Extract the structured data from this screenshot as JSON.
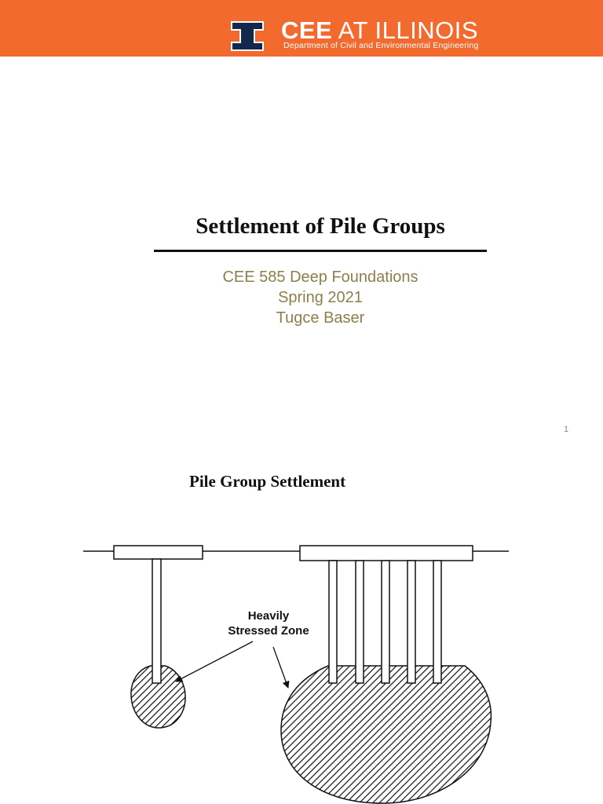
{
  "header": {
    "brand_bold": "CEE",
    "brand_light": "AT ILLINOIS",
    "department": "Department of Civil and Environmental Engineering",
    "color": "#f26a2e",
    "logo_icon": "block-i-logo"
  },
  "slide1": {
    "title": "Settlement of Pile Groups",
    "course": "CEE 585 Deep Foundations",
    "term": "Spring 2021",
    "author": "Tugce Baser",
    "page_number": "1",
    "subtitle_color": "#8c7f4a"
  },
  "slide2": {
    "title": "Pile Group Settlement",
    "zone_label_line1": "Heavily",
    "zone_label_line2": "Stressed Zone"
  }
}
